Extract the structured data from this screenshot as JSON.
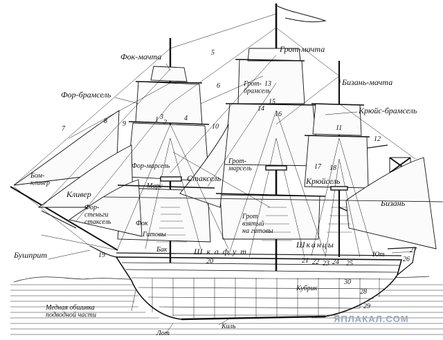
{
  "labels": {
    "fok_machta": "Фок-мачта",
    "grot_machta": "Грот-мачта",
    "bizan_machta": "Бизань-мачта",
    "for_bramsel": "Фор-брамсель",
    "grot_bramsel": "Грот-\nбрамсель",
    "kryuis_bramsel": "Крюйс-брамсель",
    "bom_kliver": "Бом-\nкливер",
    "kliver": "Кливер",
    "for_marsel": "Фор-марсель",
    "grot_marsel": "Грот-\nмарсель",
    "kryuisel": "Крюйсель",
    "mars": "Марс",
    "staksel": "Стаксель",
    "bizan": "Бизань",
    "for_stenga_staksel": "Фор-\nстеньги\nстаксель",
    "fok": "Фок",
    "grot": "Грот\nвзятый\nна гитовы",
    "gitovy": "Гитовы",
    "bak": "Бак",
    "shkafut": "Шкафут",
    "shkantsy": "Шканцы",
    "yut": "Ют",
    "bugshprit": "Бушприт",
    "kubrik": "Кубрик",
    "mednaya_obshivka": "Медная обшивка\nподводной части",
    "lot": "Лот",
    "kil": "Киль"
  },
  "numbers": [
    "1",
    "2",
    "3",
    "4",
    "5",
    "6",
    "7",
    "8",
    "9",
    "10",
    "11",
    "12",
    "13",
    "14",
    "15",
    "16",
    "17",
    "18",
    "19",
    "20",
    "21",
    "22",
    "23",
    "24",
    "25",
    "26",
    "27",
    "28",
    "29",
    "30"
  ],
  "watermark": "ЯПЛАКАЛ.COM"
}
